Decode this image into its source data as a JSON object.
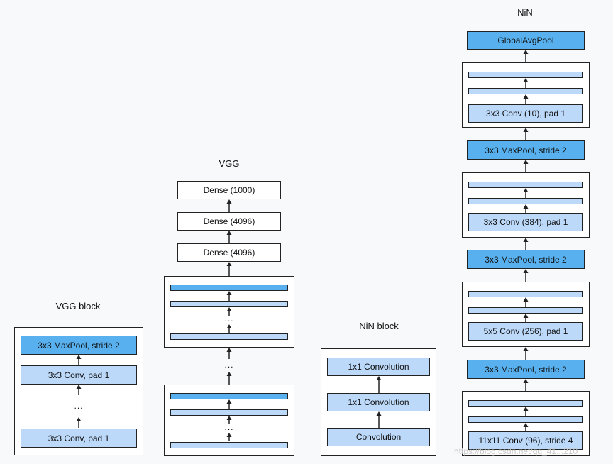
{
  "vgg_block": {
    "title": "VGG block",
    "maxpool": "3x3 MaxPool, stride 2",
    "conv_top": "3x3 Conv, pad 1",
    "dots": "...",
    "conv_bottom": "3x3 Conv, pad 1"
  },
  "vgg": {
    "title": "VGG",
    "dense_1000": "Dense (1000)",
    "dense_4096_top": "Dense (4096)",
    "dense_4096_bottom": "Dense (4096)",
    "dots": "..."
  },
  "nin_block": {
    "title": "NiN block",
    "conv1x1_top": "1x1 Convolution",
    "conv1x1_bottom": "1x1 Convolution",
    "conv": "Convolution"
  },
  "nin": {
    "title": "NiN",
    "global_pool": "GlobalAvgPool",
    "conv10": "3x3 Conv (10), pad 1",
    "maxpool_1": "3x3 MaxPool, stride 2",
    "conv384": "3x3 Conv (384), pad 1",
    "maxpool_2": "3x3 MaxPool, stride 2",
    "conv256": "5x5 Conv (256), pad 1",
    "maxpool_3": "3x3 MaxPool, stride 2",
    "conv96": "11x11 Conv (96), stride 4"
  },
  "watermark": "https://blog.csdn.net/qq_41...210",
  "colors": {
    "dark_block": "#58b1ee",
    "light_block": "#bcd9f9",
    "line": "#222222"
  }
}
